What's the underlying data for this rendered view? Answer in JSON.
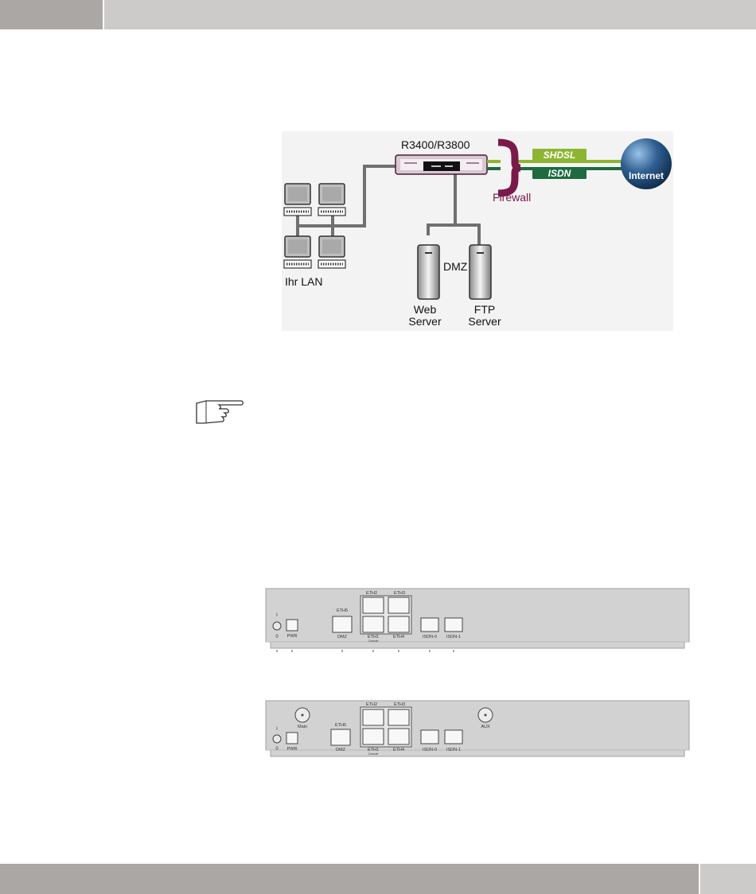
{
  "diagram": {
    "device_label": "R3400/R3800",
    "firewall_label": "Firewall",
    "links": [
      "SHDSL",
      "ISDN"
    ],
    "internet_label": "Internet",
    "lan_label": "Ihr LAN",
    "dmz_label": "DMZ",
    "web_server_label": [
      "Web",
      "Server"
    ],
    "ftp_server_label": [
      "FTP",
      "Server"
    ],
    "colors": {
      "firewall": "#7a1a4a",
      "shdsl": "#8db531",
      "isdn": "#1d6b3e",
      "internet": "#2a5a8a"
    }
  },
  "panel1": {
    "switch_top": "I",
    "switch_bottom": "0",
    "pwr": "PWR",
    "eth5": "ETH5",
    "dmz": "DMZ",
    "eth2": "ETH2",
    "eth3": "ETH3",
    "eth1": "ETH1",
    "console": "Console",
    "eth4": "ETH4",
    "isdn0": "ISDN-0",
    "isdn1": "ISDN-1"
  },
  "panel2": {
    "switch_top": "I",
    "switch_bottom": "0",
    "pwr": "PWR",
    "main": "Main",
    "eth5": "ETH5",
    "dmz": "DMZ",
    "eth2": "ETH2",
    "eth3": "ETH3",
    "eth1": "ETH1",
    "console": "Console",
    "eth4": "ETH4",
    "isdn0": "ISDN-0",
    "isdn1": "ISDN-1",
    "aux": "AUX"
  },
  "icons": {
    "note": "pointing-hand-icon"
  }
}
